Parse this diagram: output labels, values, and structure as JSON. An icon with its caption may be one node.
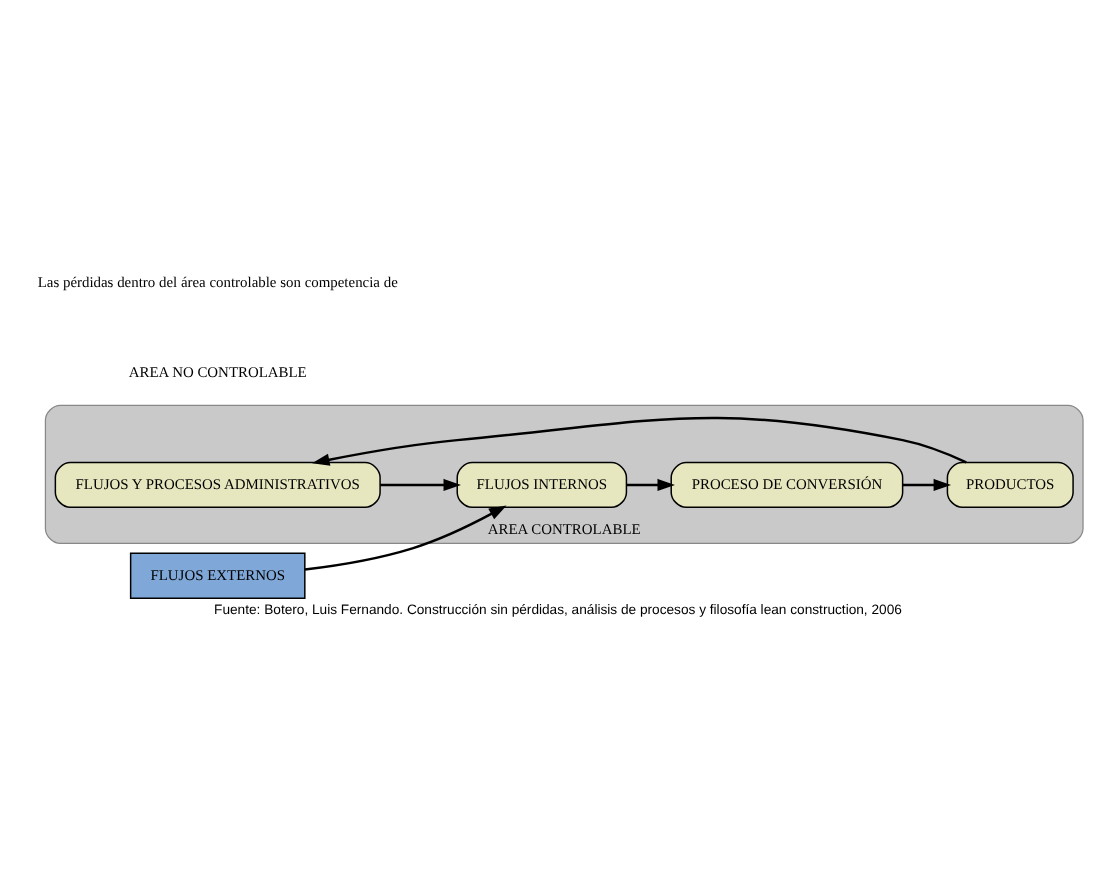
{
  "diagram": {
    "caption": "Fuente: Botero, Luis Fernando. Construcción sin pérdidas, análisis de procesos y filosofía lean construction, 2006",
    "nodes": [
      {
        "text": [
          "AREA CONTROLABLE"
        ]
      },
      {
        "text": [
          "FLUJOS Y PROCESOS ADMINISTRATIVOS"
        ],
        "in": 0
      },
      {
        "text": [
          "FLUJOS EXTERNOS"
        ]
      },
      {
        "text": [
          "FLUJOS INTERNOS"
        ],
        "in": 0
      },
      {
        "text": [
          "PROCESO DE CONVERSIÓN"
        ],
        "in": 0
      },
      {
        "text": [
          "PRODUCTOS"
        ],
        "in": 0
      }
    ],
    "edges": [
      {
        "from": 2,
        "to": 3,
        "arrow": "to"
      },
      {
        "from": 3,
        "to": 4,
        "arrow": "to"
      },
      {
        "from": 4,
        "to": 5,
        "arrow": "to"
      },
      {
        "from": 5,
        "to": 1,
        "arrow": "to"
      },
      {
        "from": 1,
        "to": 3,
        "arrow": "to"
      }
    ],
    "labels": [
      "AREA NO CONTROLABLE",
      "Las pérdidas dentro del área controlable son competencia de"
    ]
  }
}
